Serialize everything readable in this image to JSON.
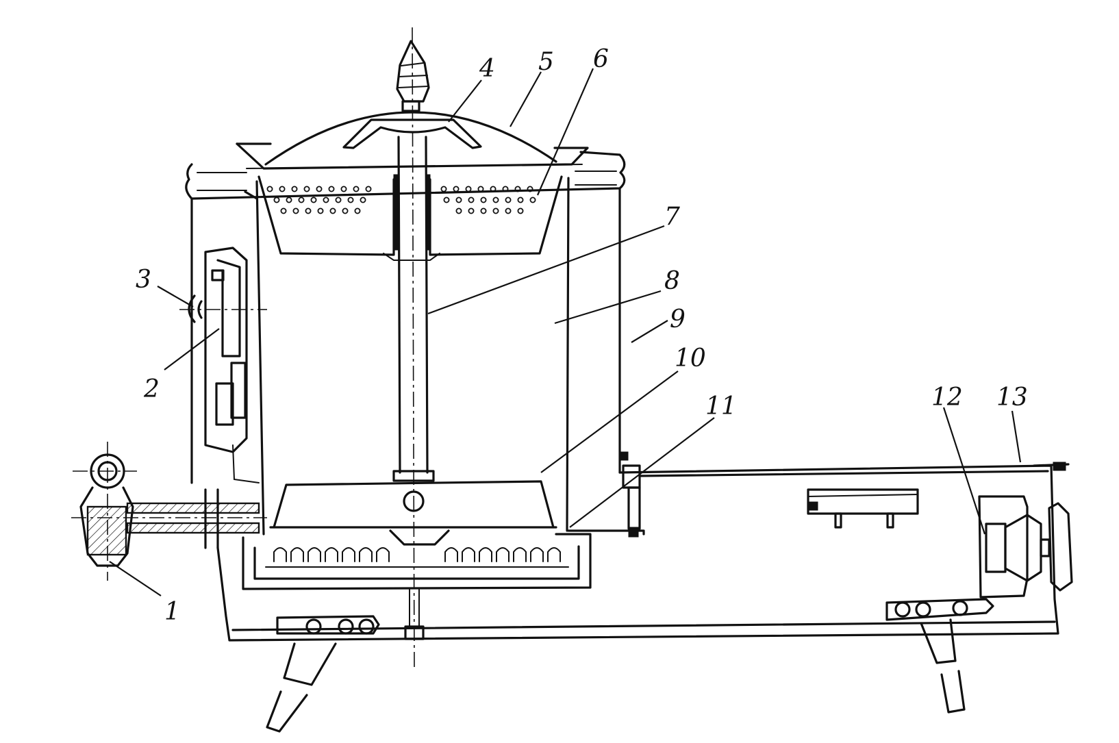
{
  "diagram": {
    "background": "#ffffff",
    "ink": "#111111",
    "callouts": [
      {
        "id": "c1",
        "label": "1"
      },
      {
        "id": "c2",
        "label": "2"
      },
      {
        "id": "c3",
        "label": "3"
      },
      {
        "id": "c4",
        "label": "4"
      },
      {
        "id": "c5",
        "label": "5"
      },
      {
        "id": "c6",
        "label": "6"
      },
      {
        "id": "c7",
        "label": "7"
      },
      {
        "id": "c8",
        "label": "8"
      },
      {
        "id": "c9",
        "label": "9"
      },
      {
        "id": "c10",
        "label": "10"
      },
      {
        "id": "c11",
        "label": "11"
      },
      {
        "id": "c12",
        "label": "12"
      },
      {
        "id": "c13",
        "label": "13"
      }
    ]
  }
}
